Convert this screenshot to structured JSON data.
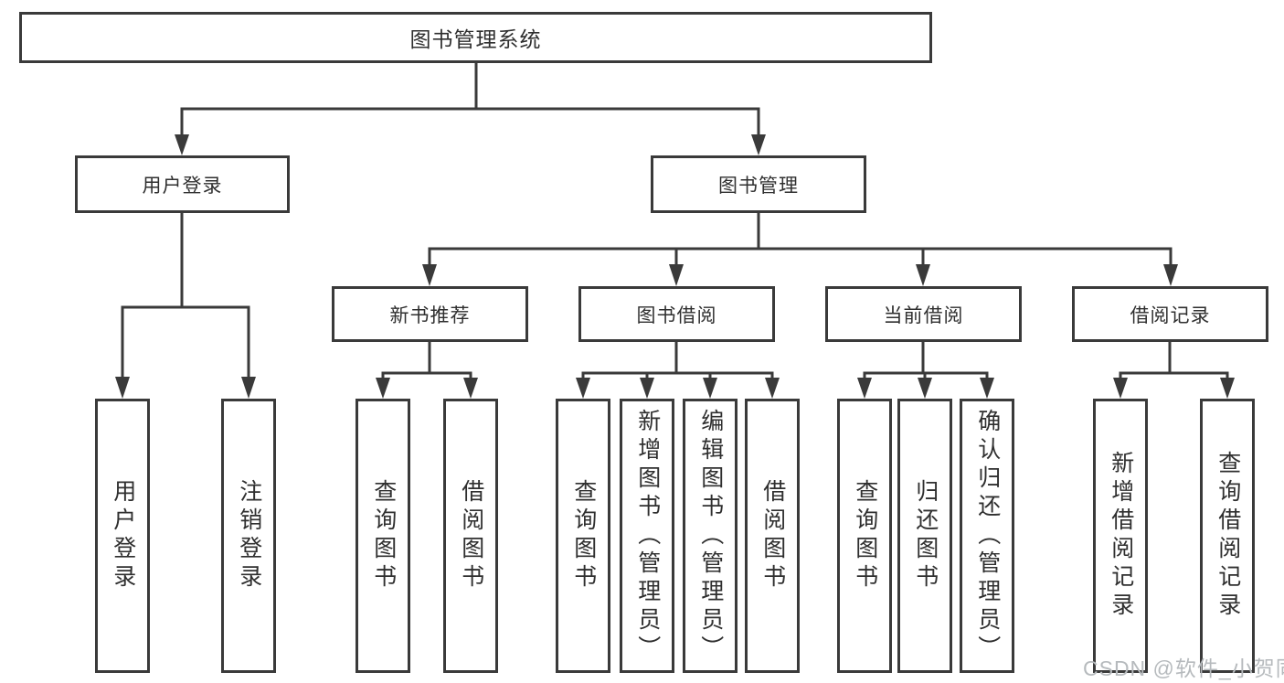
{
  "nodes": {
    "root": "图书管理系统",
    "user_login": "用户登录",
    "book_mgmt": "图书管理",
    "new_book_rec": "新书推荐",
    "book_borrow": "图书借阅",
    "current_borrow": "当前借阅",
    "borrow_record": "借阅记录",
    "ul_login": "用户登录",
    "ul_logout": "注销登录",
    "nr_query": "查询图书",
    "nr_borrow": "借阅图书",
    "bb_query": "查询图书",
    "bb_add": "新增图书（管理员）",
    "bb_edit": "编辑图书（管理员）",
    "bb_borrow": "借阅图书",
    "cb_query": "查询图书",
    "cb_return": "归还图书",
    "cb_confirm": "确认归还（管理员）",
    "br_add": "新增借阅记录",
    "br_query": "查询借阅记录"
  },
  "watermark": "CSDN @软件_小贺同学",
  "colors": {
    "line": "#3a3a3a",
    "text": "#2f2f2f",
    "watermark": "#b6babd",
    "background": "#ffffff"
  }
}
